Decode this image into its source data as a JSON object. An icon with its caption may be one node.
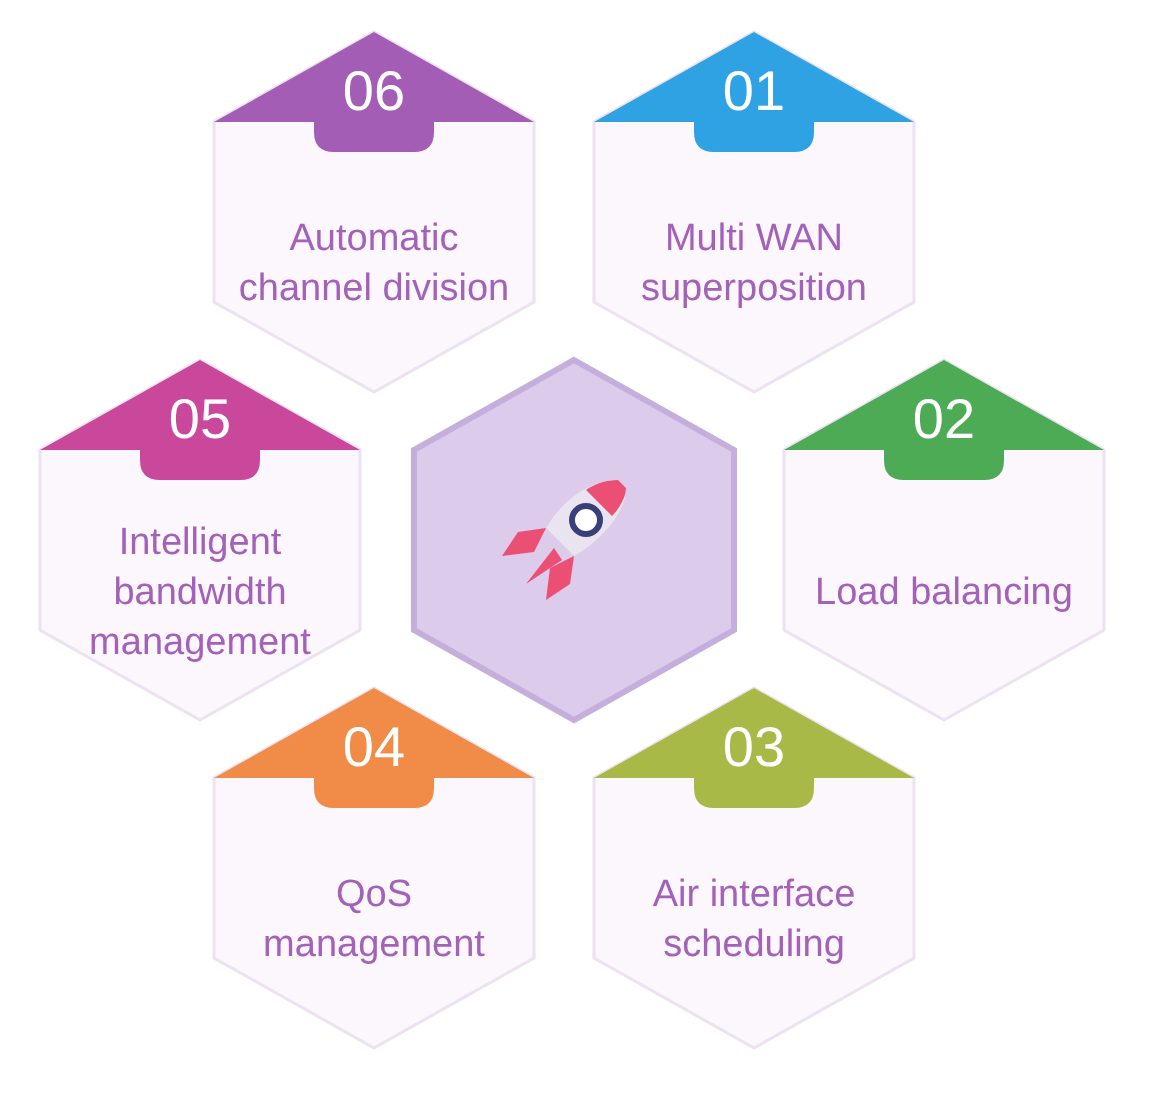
{
  "diagram": {
    "nodes": [
      {
        "text": [
          "06",
          "Automatic channel division"
        ]
      },
      {
        "text": [
          "01",
          "Multi WAN superposition"
        ]
      },
      {
        "text": [
          "05",
          "Intelligent bandwidth management"
        ]
      },
      {
        "text": [],
        "shape": "hexagon"
      },
      {
        "text": [
          "02",
          "Load balancing"
        ]
      },
      {
        "text": [
          "04",
          "QoS management"
        ]
      },
      {
        "text": [
          "03",
          "Air interface scheduling"
        ]
      }
    ]
  }
}
